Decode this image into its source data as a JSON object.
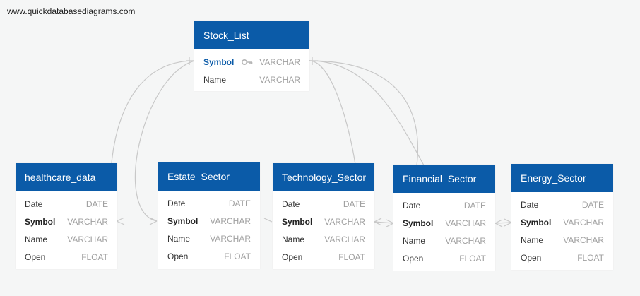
{
  "watermark": "www.quickdatabasediagrams.com",
  "colors": {
    "header": "#0b5ba8",
    "connector": "#c8c8c8"
  },
  "tables": [
    {
      "name": "Stock_List",
      "rows": [
        {
          "field": "Symbol",
          "type": "VARCHAR",
          "pk": true,
          "icon": "key-icon"
        },
        {
          "field": "Name",
          "type": "VARCHAR"
        }
      ]
    },
    {
      "name": "healthcare_data",
      "rows": [
        {
          "field": "Date",
          "type": "DATE"
        },
        {
          "field": "Symbol",
          "type": "VARCHAR",
          "bold": true
        },
        {
          "field": "Name",
          "type": "VARCHAR"
        },
        {
          "field": "Open",
          "type": "FLOAT"
        }
      ]
    },
    {
      "name": "Estate_Sector",
      "rows": [
        {
          "field": "Date",
          "type": "DATE"
        },
        {
          "field": "Symbol",
          "type": "VARCHAR",
          "bold": true
        },
        {
          "field": "Name",
          "type": "VARCHAR"
        },
        {
          "field": "Open",
          "type": "FLOAT"
        }
      ]
    },
    {
      "name": "Technology_Sector",
      "rows": [
        {
          "field": "Date",
          "type": "DATE"
        },
        {
          "field": "Symbol",
          "type": "VARCHAR",
          "bold": true
        },
        {
          "field": "Name",
          "type": "VARCHAR"
        },
        {
          "field": "Open",
          "type": "FLOAT"
        }
      ]
    },
    {
      "name": "Financial_Sector",
      "rows": [
        {
          "field": "Date",
          "type": "DATE"
        },
        {
          "field": "Symbol",
          "type": "VARCHAR",
          "bold": true
        },
        {
          "field": "Name",
          "type": "VARCHAR"
        },
        {
          "field": "Open",
          "type": "FLOAT"
        }
      ]
    },
    {
      "name": "Energy_Sector",
      "rows": [
        {
          "field": "Date",
          "type": "DATE"
        },
        {
          "field": "Symbol",
          "type": "VARCHAR",
          "bold": true
        },
        {
          "field": "Name",
          "type": "VARCHAR"
        },
        {
          "field": "Open",
          "type": "FLOAT"
        }
      ]
    }
  ]
}
